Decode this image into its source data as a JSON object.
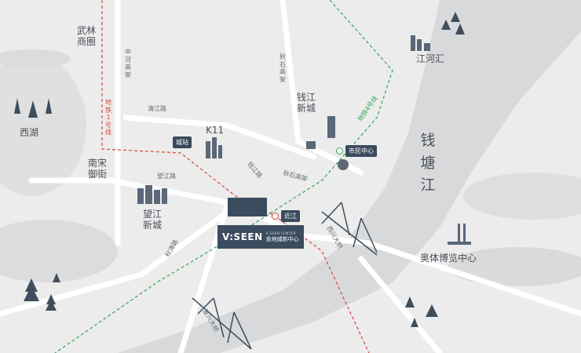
{
  "labels": {
    "wulin": "武林\n商圈",
    "zhonghe": "中河高架",
    "metro1": "地铁1号线",
    "qingjiang": "清江路",
    "xihu": "西湖",
    "nansong": "南宋\n御街",
    "k11": "K11",
    "wangjiang_road": "望江路",
    "wangjiang": "望江\n新城",
    "qianjiang_road": "钱江路",
    "xiu_road": "秋涛路",
    "qiushi": "秋石高架",
    "qianjiang_xincheng": "钱江\n新城",
    "metro4": "地铁4号线",
    "qiushi_elevated": "秋石高架",
    "jianghehui": "江河汇",
    "qiantang": "钱\n塘\n江",
    "xixing_bridge": "西兴大桥",
    "aoti": "奥体博览中心",
    "fuxing_bridge": "复兴大桥"
  },
  "pins": {
    "chengzhan": "城站",
    "jinjiang": "近江",
    "shiminzhongxin": "市民中心"
  },
  "brand": {
    "logo": "V:SEEN",
    "en": "V·SEEN CENTER",
    "cn": "金地威新中心"
  }
}
